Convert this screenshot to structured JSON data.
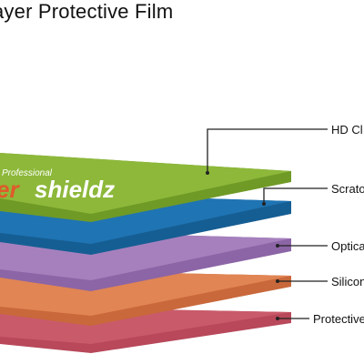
{
  "title": "ayer Protective Film",
  "brand": {
    "small": "Professional",
    "main_left": "er",
    "main_right": "shieldz"
  },
  "layers": [
    {
      "label": "HD Cl",
      "color": "#8db83a"
    },
    {
      "label": "Scrato",
      "color": "#1f74b3"
    },
    {
      "label": "Optica",
      "color": "#a680bd"
    },
    {
      "label": "Silicon",
      "color": "#e08553"
    },
    {
      "label": "Protective",
      "color": "#c95a6a"
    }
  ]
}
